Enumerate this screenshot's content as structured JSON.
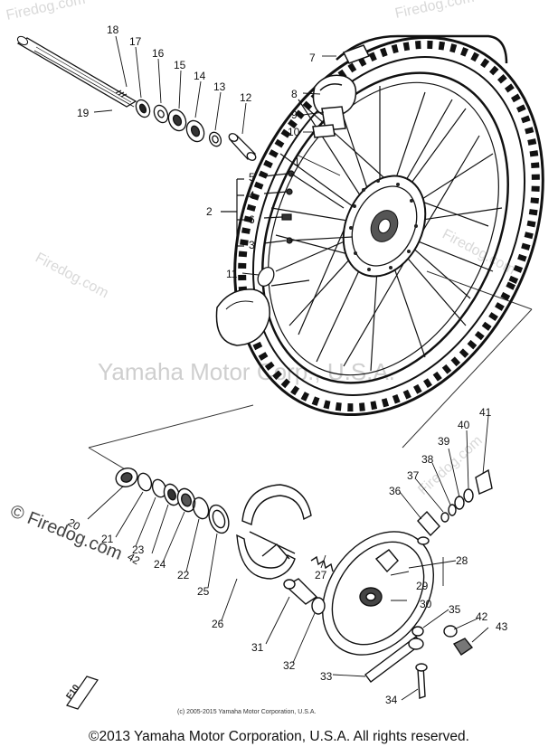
{
  "watermarks": {
    "site": "© Firedog.com",
    "site_partial": "Firedog.com",
    "center_text": "Yamaha Motor Corp., U.S.A."
  },
  "diagram_code": "F10",
  "small_copyright": "(c) 2005-2015 Yamaha Motor Corporation, U.S.A.",
  "footer_copyright": "©2013 Yamaha Motor Corporation, U.S.A. All rights reserved.",
  "callouts": [
    "1",
    "2",
    "3",
    "4",
    "5",
    "6",
    "7",
    "8",
    "9",
    "10",
    "11",
    "12",
    "13",
    "14",
    "15",
    "16",
    "17",
    "18",
    "19",
    "20",
    "21",
    "22",
    "23",
    "24",
    "25",
    "26",
    "27",
    "28",
    "29",
    "30",
    "31",
    "32",
    "33",
    "34",
    "35",
    "36",
    "37",
    "38",
    "39",
    "40",
    "41",
    "42",
    "43"
  ]
}
